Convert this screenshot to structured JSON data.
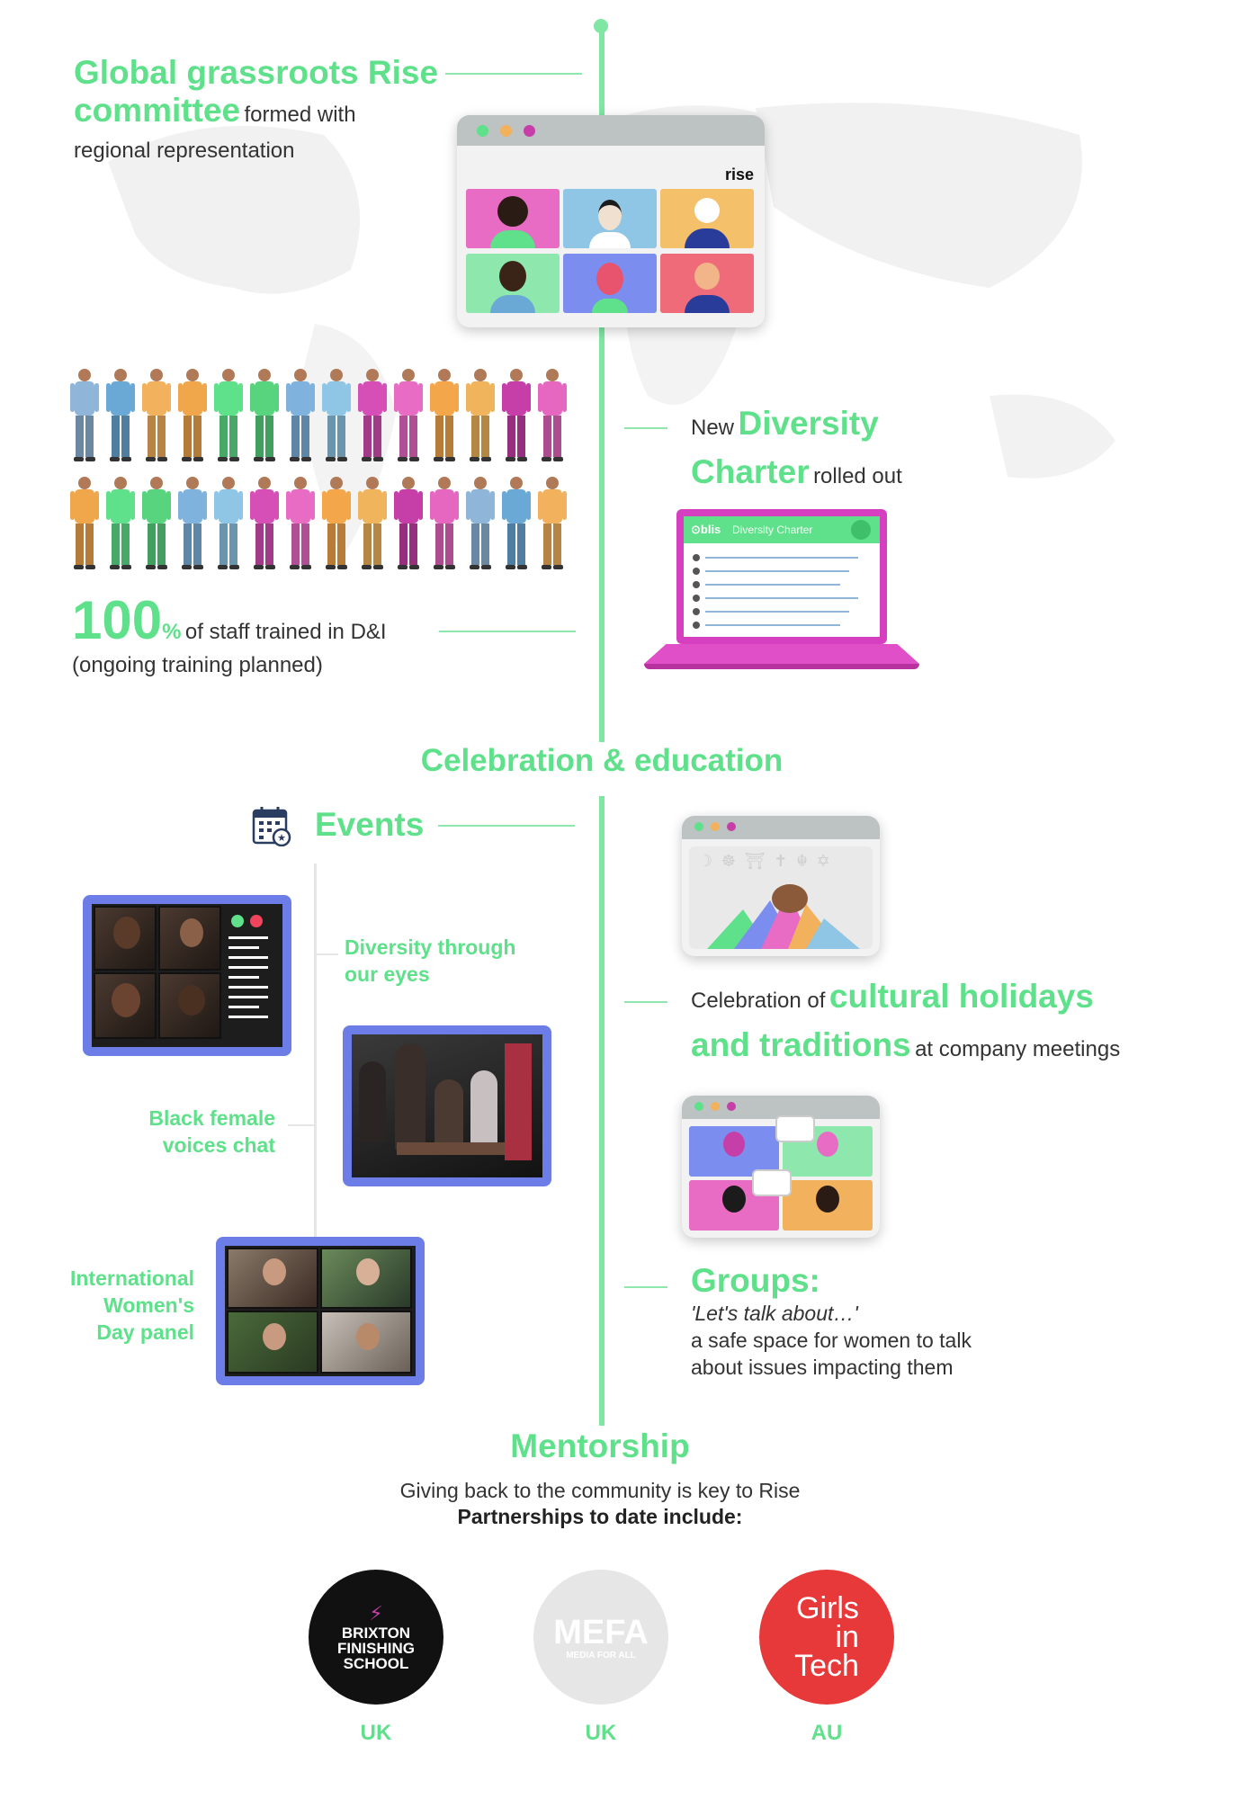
{
  "committee": {
    "title_line1": "Global grassroots Rise",
    "title_line2": "committee",
    "suffix": "formed with",
    "line3": "regional representation",
    "window_brand": "rise"
  },
  "charter": {
    "prefix": "New",
    "title_line1": "Diversity",
    "title_line2": "Charter",
    "suffix": "rolled out",
    "laptop_brand": "⊙blis",
    "laptop_title": "Diversity Charter"
  },
  "training": {
    "number": "100",
    "unit": "%",
    "text": "of staff trained in D&I",
    "note": "(ongoing training planned)",
    "figure_colors": [
      "#8fb6d8",
      "#6aa8d6",
      "#f2b15c",
      "#f0a64a",
      "#5fe08a",
      "#58d47f",
      "#7fb3dd",
      "#8fc6e6",
      "#d64fb6",
      "#e86bc4",
      "#f4a64a",
      "#f0b45c",
      "#c63fa8",
      "#e567c0"
    ]
  },
  "celebration": {
    "heading": "Celebration & education"
  },
  "events": {
    "heading": "Events",
    "items": [
      {
        "label_line1": "Diversity through",
        "label_line2": "our eyes"
      },
      {
        "label_line1": "Black female",
        "label_line2": "voices chat"
      },
      {
        "label_line1": "International",
        "label_line2": "Women's",
        "label_line3": "Day panel"
      }
    ]
  },
  "cultural": {
    "prefix": "Celebration of",
    "title_line1": "cultural holidays",
    "title_line2": "and traditions",
    "suffix": "at company meetings",
    "symbols": "☽ ☸ ⛩ ✝ ☬ ✡"
  },
  "groups": {
    "title": "Groups:",
    "quote": "'Let's talk about…'",
    "line1": "a safe space for women to talk",
    "line2": "about issues impacting them"
  },
  "mentorship": {
    "heading": "Mentorship",
    "line1": "Giving back to the community is key to Rise",
    "line2": "Partnerships to date include:",
    "partners": [
      {
        "line1": "BRIXTON",
        "line2": "FINISHING",
        "line3": "SCHOOL",
        "country": "UK",
        "color": "#111111"
      },
      {
        "line1": "MEFA",
        "line2": "MEDIA FOR ALL",
        "country": "UK",
        "color": "#e6e6e6"
      },
      {
        "line1": "Girls",
        "line2": "in",
        "line3": "Tech",
        "country": "AU",
        "color": "#e8393a"
      }
    ]
  },
  "colors": {
    "accent": "#5fe08a",
    "timeline": "#7fe7a3",
    "frame": "#6d7de8",
    "laptop": "#d63fc0"
  }
}
